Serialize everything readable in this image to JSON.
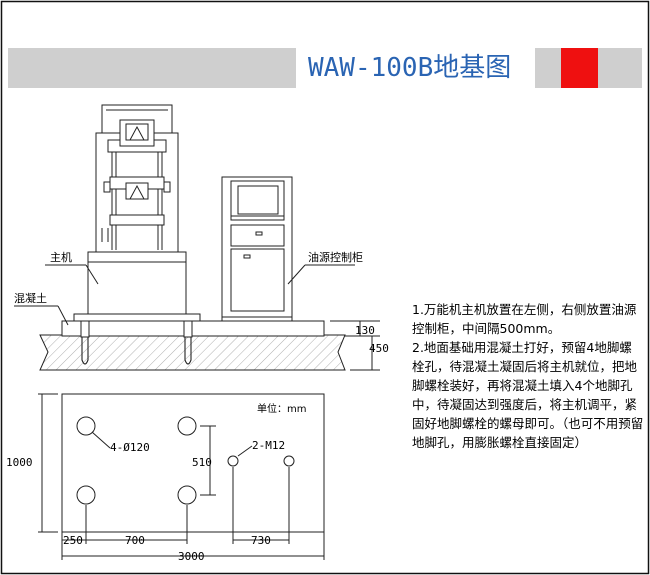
{
  "header": {
    "title": "WAW-100B地基图",
    "colors": {
      "band": "#cfcfcf",
      "title_text": "#2a64b3",
      "accent": "#ef1010"
    }
  },
  "labels": {
    "main_machine": "主机",
    "oil_cabinet": "油源控制柜",
    "concrete": "混凝土"
  },
  "dimensions": {
    "d130": "130",
    "d450": "450",
    "unit": "单位：mm",
    "hole_4": "4-Ø120",
    "hole_2": "2-M12",
    "d1000": "1000",
    "d510": "510",
    "d250": "250",
    "d700": "700",
    "d730": "730",
    "d3000": "3000"
  },
  "notes": [
    "1.万能机主机放置在左侧，右侧放置油源控制柜，中间隔500mm。",
    "2.地面基础用混凝土打好，预留4地脚螺栓孔，待混凝土凝固后将主机就位，把地脚螺栓装好，再将混凝土填入4个地脚孔中，待凝固达到强度后，将主机调平，紧固好地脚螺栓的螺母即可。（也可不用预留地脚孔，用膨胀螺栓直接固定）"
  ]
}
